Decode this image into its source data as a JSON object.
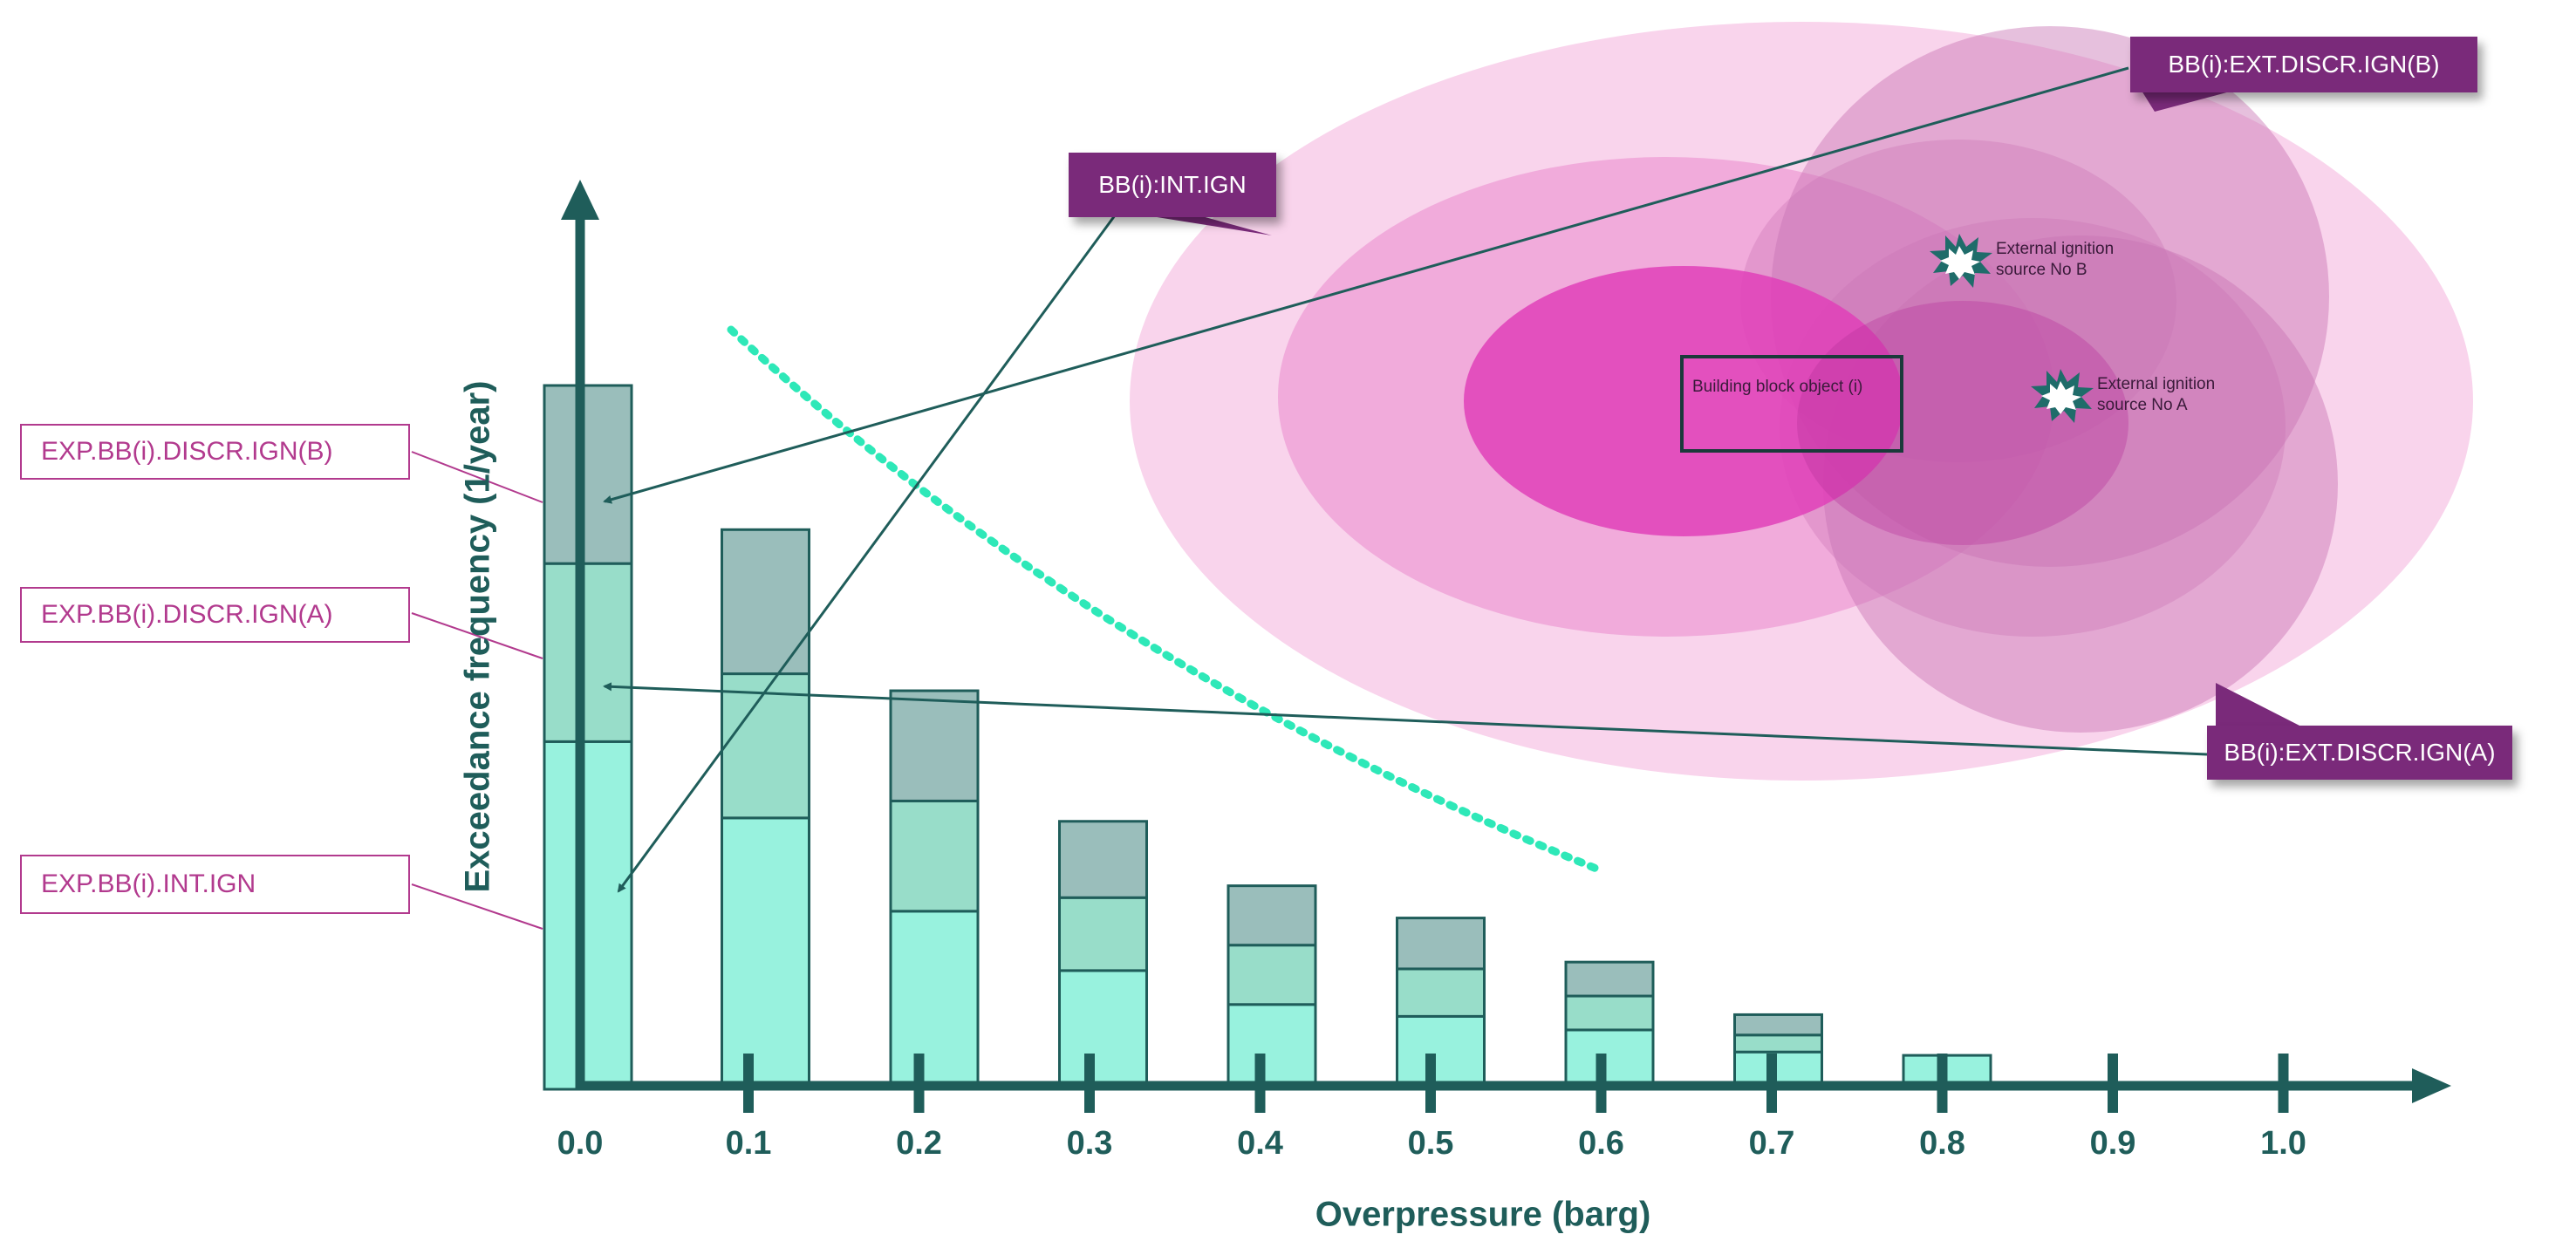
{
  "chart_data": {
    "type": "bar",
    "stacked": true,
    "x": [
      0.0,
      0.1,
      0.2,
      0.3,
      0.4,
      0.5,
      0.6,
      0.7,
      0.8,
      0.9,
      1.0
    ],
    "tick_labels": [
      "0.0",
      "0.1",
      "0.2",
      "0.3",
      "0.4",
      "0.5",
      "0.6",
      "0.7",
      "0.8",
      "0.9",
      "1.0"
    ],
    "series": [
      {
        "values": [
          205,
          160,
          105,
          70,
          50,
          43,
          35,
          22,
          20,
          0,
          0
        ]
      },
      {
        "values": [
          105,
          85,
          65,
          43,
          35,
          28,
          20,
          10,
          0,
          0,
          0
        ]
      },
      {
        "values": [
          105,
          85,
          65,
          45,
          35,
          30,
          20,
          12,
          0,
          0,
          0
        ]
      }
    ],
    "xlabel": "Overpressure (barg)",
    "ylabel": "Exceedance frequency (1/year)",
    "ylim": [
      0,
      430
    ],
    "colors": {
      "int_ign": "#98f2de",
      "discr_a": "#98ddc9",
      "discr_b": "#9abebb",
      "bar_border": "#1f5d5a",
      "axis": "#1f5d5a",
      "curve": "#2ee8b8"
    }
  },
  "labels": {
    "exp_b": "EXP.BB(i).DISCR.IGN(B)",
    "exp_a": "EXP.BB(i).DISCR.IGN(A)",
    "exp_int": "EXP.BB(i).INT.IGN"
  },
  "callouts": {
    "int_ign": "BB(i):INT.IGN",
    "ext_b": "BB(i):EXT.DISCR.IGN(B)",
    "ext_a": "BB(i):EXT.DISCR.IGN(A)"
  },
  "diagram": {
    "building_block": "Building block object (i)",
    "source_b_line1": "External ignition",
    "source_b_line2": "source No B",
    "source_a_line1": "External ignition",
    "source_a_line2": "source No A",
    "colors": {
      "outer": "#f9d4ec",
      "mid": "#efa6d9",
      "inner": "#e040b8",
      "circle": "#c873b4",
      "callout": "#7a2a7a",
      "label_border": "#b23a8e"
    }
  }
}
